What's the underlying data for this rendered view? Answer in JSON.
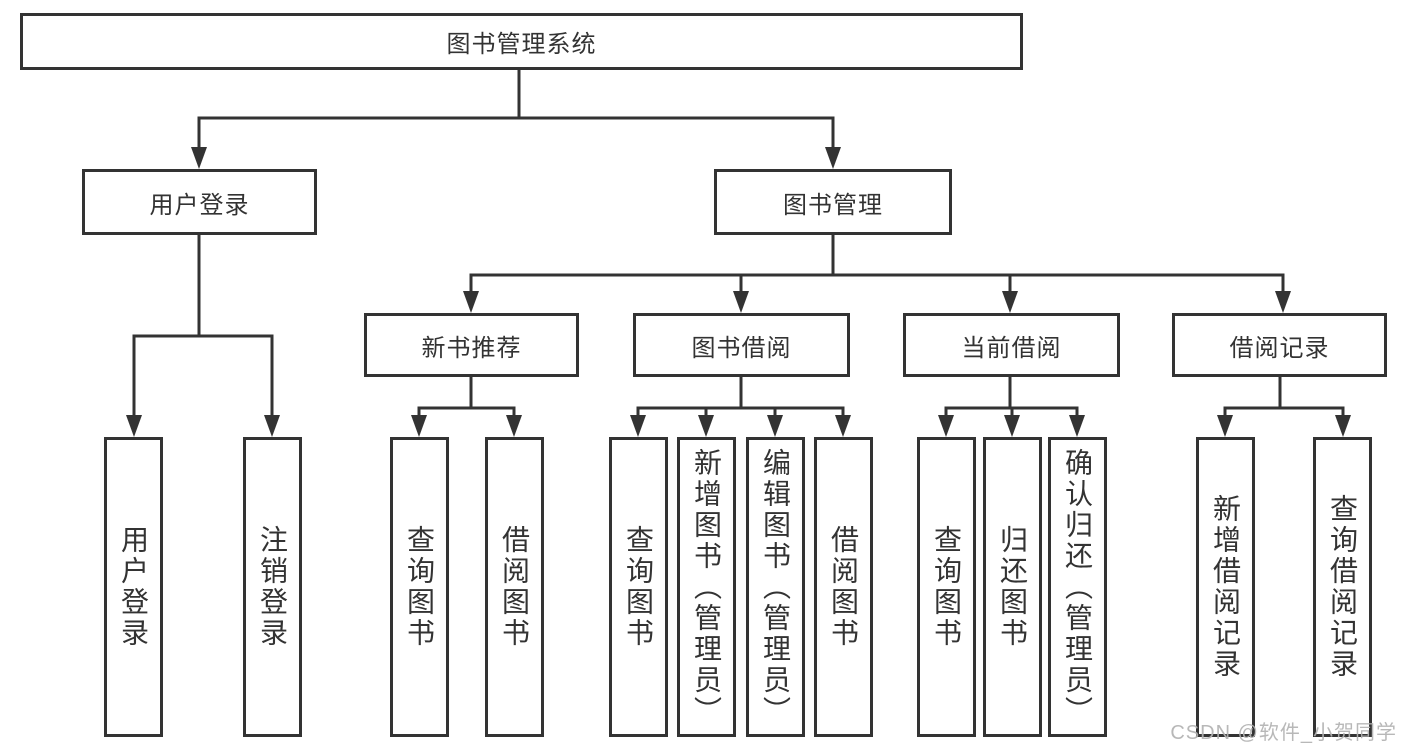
{
  "diagram": {
    "root": "图书管理系统",
    "level2": [
      "用户登录",
      "图书管理"
    ],
    "level3": [
      "新书推荐",
      "图书借阅",
      "当前借阅",
      "借阅记录"
    ],
    "leaves_user_login": [
      "用户登录",
      "注销登录"
    ],
    "leaves_new_book": [
      "查询图书",
      "借阅图书"
    ],
    "leaves_book_borrow": [
      "查询图书",
      "新增图书（管理员）",
      "编辑图书（管理员）",
      "借阅图书"
    ],
    "leaves_current_borrow": [
      "查询图书",
      "归还图书",
      "确认归还（管理员）"
    ],
    "leaves_borrow_record": [
      "新增借阅记录",
      "查询借阅记录"
    ]
  },
  "watermark": "CSDN @软件_小贺同学",
  "colors": {
    "line": "#333333",
    "box_border": "#333333",
    "text": "#333333",
    "watermark": "#b2b2b2",
    "background": "#ffffff"
  }
}
